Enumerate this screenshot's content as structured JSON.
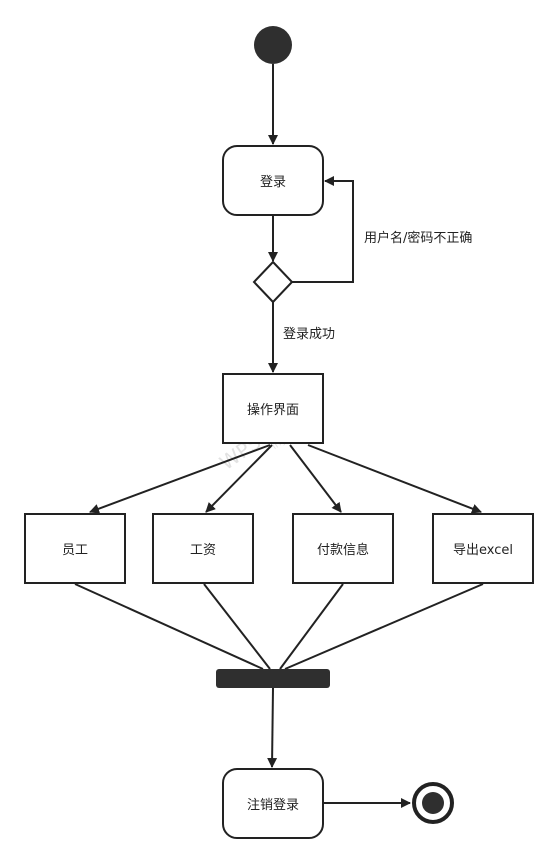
{
  "nodes": {
    "login": "登录",
    "operation": "操作界面",
    "employee": "员工",
    "salary": "工资",
    "payment": "付款信息",
    "export": "导出excel",
    "logout": "注销登录"
  },
  "edges": {
    "bad_credentials": "用户名/密码不正确",
    "login_success": "登录成功"
  },
  "watermark": {
    "brand": "WPS",
    "brand_suffix": "ew",
    "sub": "iny.cn"
  },
  "colors": {
    "stroke": "#222222",
    "fill_dark": "#2f2f2f"
  }
}
